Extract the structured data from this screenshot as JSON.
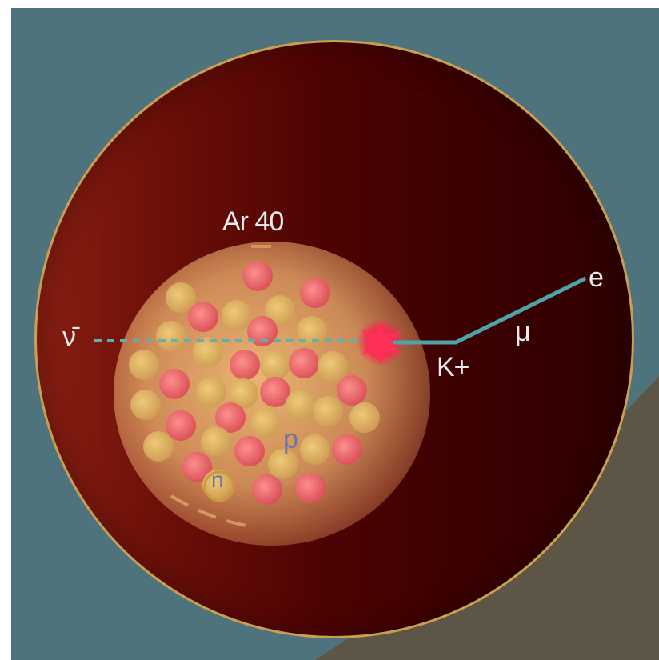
{
  "labels": {
    "nucleus": "Ar 40",
    "antineutrino": "ν̄",
    "kaon": "K+",
    "muon": "μ",
    "electron": "e",
    "proton": "p",
    "neutron": "n"
  },
  "colors": {
    "background": "#4f737c",
    "sphere_rim": "#c9a050",
    "track": "#4fa3a8",
    "proton_ball": "#e86262",
    "neutron_ball": "#d9ae5e",
    "vertex": "#ff2050"
  }
}
